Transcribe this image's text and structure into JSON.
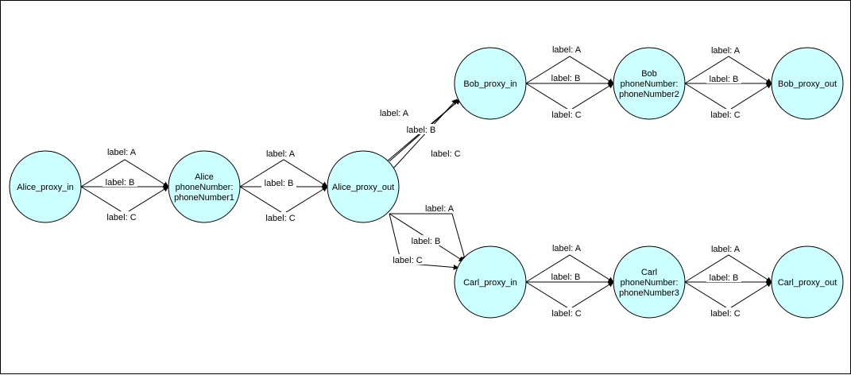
{
  "diagram": {
    "nodes": [
      {
        "id": "alice_in",
        "lines": [
          "Alice_proxy_in"
        ]
      },
      {
        "id": "alice",
        "lines": [
          "Alice",
          "phoneNumber:",
          "phoneNumber1"
        ]
      },
      {
        "id": "alice_out",
        "lines": [
          "Alice_proxy_out"
        ]
      },
      {
        "id": "bob_in",
        "lines": [
          "Bob_proxy_in"
        ]
      },
      {
        "id": "bob",
        "lines": [
          "Bob",
          "phoneNumber:",
          "phoneNumber2"
        ]
      },
      {
        "id": "bob_out",
        "lines": [
          "Bob_proxy_out"
        ]
      },
      {
        "id": "carl_in",
        "lines": [
          "Carl_proxy_in"
        ]
      },
      {
        "id": "carl",
        "lines": [
          "Carl",
          "phoneNumber:",
          "phoneNumber3"
        ]
      },
      {
        "id": "carl_out",
        "lines": [
          "Carl_proxy_out"
        ]
      }
    ],
    "edges": [
      {
        "from": "alice_in",
        "to": "alice",
        "label": "label: A"
      },
      {
        "from": "alice_in",
        "to": "alice",
        "label": "label: B"
      },
      {
        "from": "alice_in",
        "to": "alice",
        "label": "label: C"
      },
      {
        "from": "alice",
        "to": "alice_out",
        "label": "label: A"
      },
      {
        "from": "alice",
        "to": "alice_out",
        "label": "label: B"
      },
      {
        "from": "alice",
        "to": "alice_out",
        "label": "label: C"
      },
      {
        "from": "alice_out",
        "to": "bob_in",
        "label": "label: A"
      },
      {
        "from": "alice_out",
        "to": "bob_in",
        "label": "label: B"
      },
      {
        "from": "alice_out",
        "to": "bob_in",
        "label": "label: C"
      },
      {
        "from": "alice_out",
        "to": "carl_in",
        "label": "label: A"
      },
      {
        "from": "alice_out",
        "to": "carl_in",
        "label": "label: B"
      },
      {
        "from": "alice_out",
        "to": "carl_in",
        "label": "label: C"
      },
      {
        "from": "bob_in",
        "to": "bob",
        "label": "label: A"
      },
      {
        "from": "bob_in",
        "to": "bob",
        "label": "label: B"
      },
      {
        "from": "bob_in",
        "to": "bob",
        "label": "label: C"
      },
      {
        "from": "bob",
        "to": "bob_out",
        "label": "label: A"
      },
      {
        "from": "bob",
        "to": "bob_out",
        "label": "label: B"
      },
      {
        "from": "bob",
        "to": "bob_out",
        "label": "label: C"
      },
      {
        "from": "carl_in",
        "to": "carl",
        "label": "label: A"
      },
      {
        "from": "carl_in",
        "to": "carl",
        "label": "label: B"
      },
      {
        "from": "carl_in",
        "to": "carl",
        "label": "label: C"
      },
      {
        "from": "carl",
        "to": "carl_out",
        "label": "label: A"
      },
      {
        "from": "carl",
        "to": "carl_out",
        "label": "label: B"
      },
      {
        "from": "carl",
        "to": "carl_out",
        "label": "label: C"
      }
    ],
    "colors": {
      "node_fill": "#ccffff",
      "stroke": "#000000"
    }
  }
}
